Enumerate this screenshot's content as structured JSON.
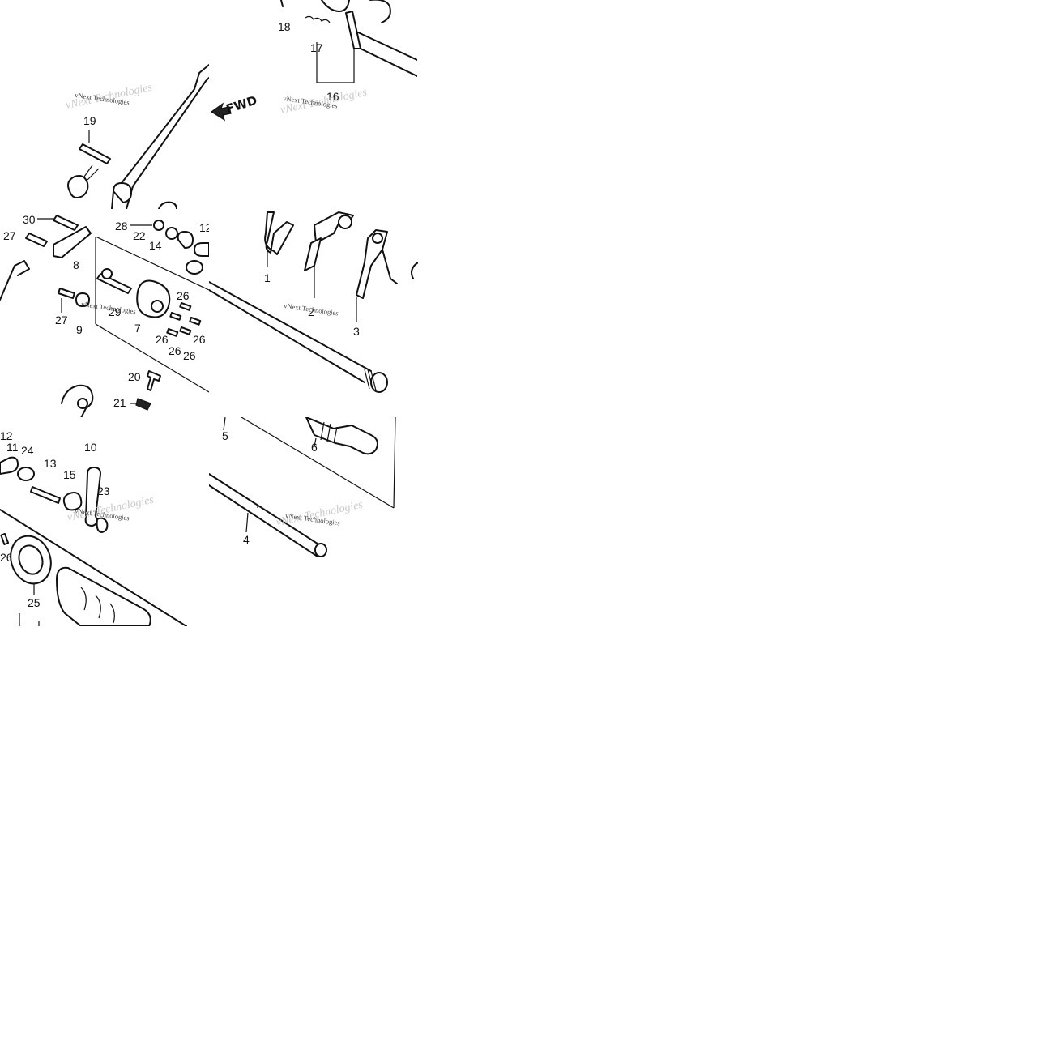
{
  "diagram": {
    "watermark": "vNext Technologies",
    "direction_label": "FWD",
    "callouts": {
      "c1": "1",
      "c2": "2",
      "c3": "3",
      "c4": "4",
      "c5": "5",
      "c6": "6",
      "c7": "7",
      "c8": "8",
      "c9": "9",
      "c10": "10",
      "c11": "11",
      "c12": "12",
      "c12b": "12",
      "c13": "13",
      "c14": "14",
      "c15": "15",
      "c16": "16",
      "c17": "17",
      "c18": "18",
      "c19": "19",
      "c20": "20",
      "c21": "21",
      "c22": "22",
      "c23": "23",
      "c24": "24",
      "c25": "25",
      "c26a": "26",
      "c26b": "26",
      "c26c": "26",
      "c26d": "26",
      "c26e": "26",
      "c26f": "26",
      "c27a": "27",
      "c27b": "27",
      "c28": "28",
      "c29": "29",
      "c30": "30"
    }
  }
}
